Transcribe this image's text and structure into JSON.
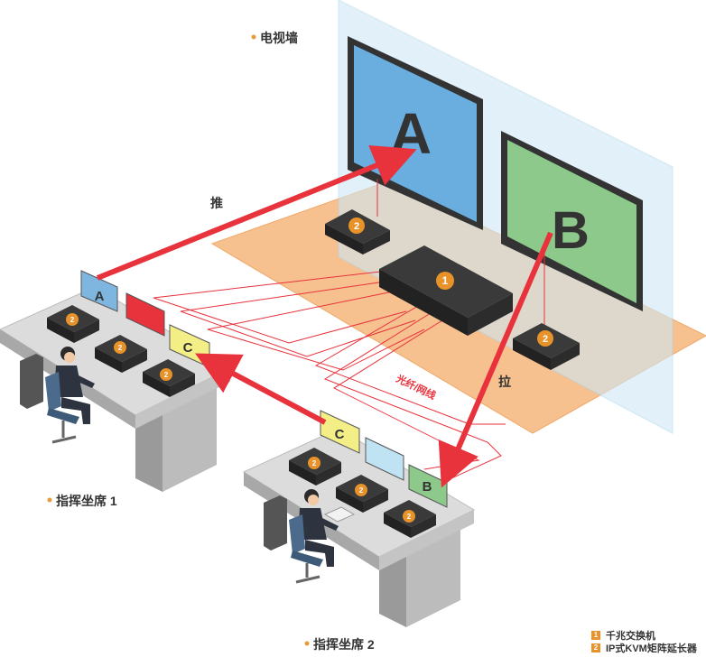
{
  "labels": {
    "video_wall": "电视墙",
    "push": "推",
    "pull": "拉",
    "cable": "光纤/网线",
    "station1": "指挥坐席 1",
    "station2": "指挥坐席 2"
  },
  "screens": {
    "wall_a": "A",
    "wall_b": "B",
    "s1_a": "A",
    "s1_c": "C",
    "s2_c": "C",
    "s2_b": "B"
  },
  "badges": {
    "switch": "1",
    "extender": "2"
  },
  "legend": [
    {
      "badge": "1",
      "text": "千兆交换机"
    },
    {
      "badge": "2",
      "text": "IP式KVM矩阵延长器"
    }
  ],
  "colors": {
    "arrow_red": "#e8323c",
    "floor_orange": "#f7c08f",
    "screen_blue": "#6aaee0",
    "screen_green": "#8cc98a",
    "screen_red": "#e8323c",
    "screen_yellow": "#f3ee86",
    "screen_lightblue": "#bfe3f3",
    "badge_orange": "#e8922a"
  },
  "icons": [
    "person-operator-icon",
    "office-chair-icon",
    "computer-tower-icon",
    "keyboard-icon"
  ]
}
